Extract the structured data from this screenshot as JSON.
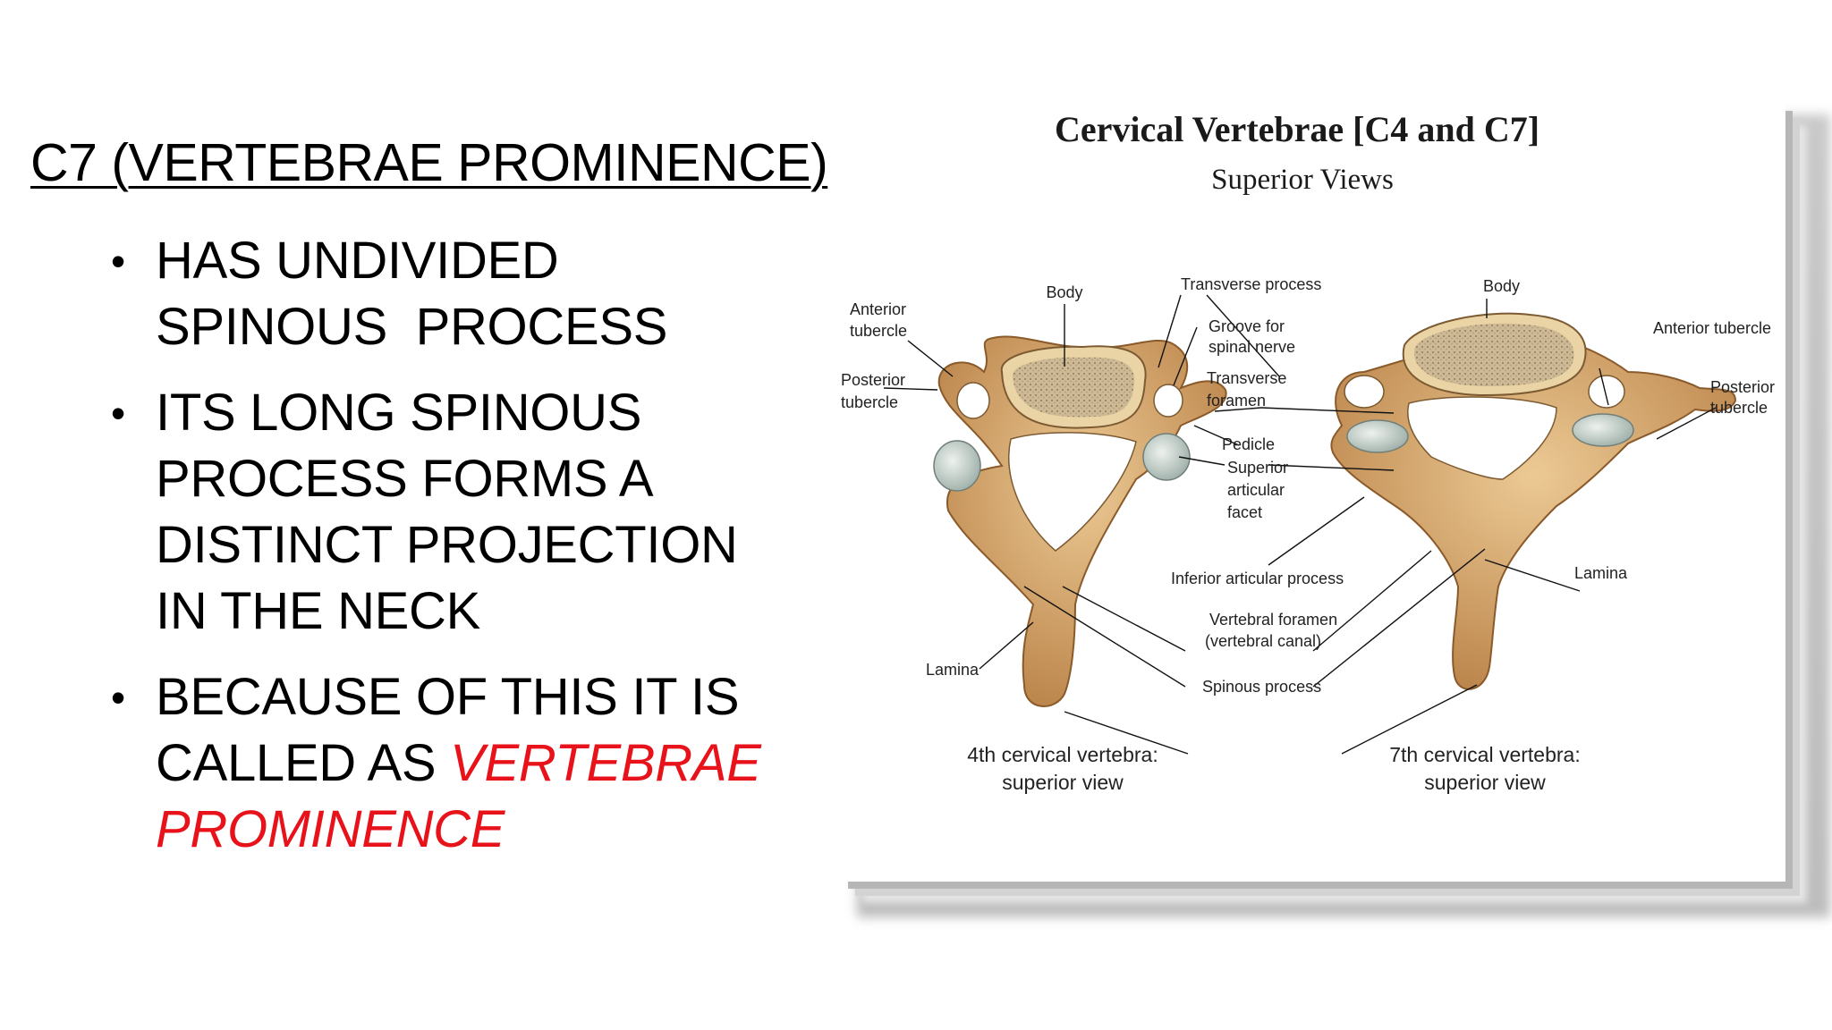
{
  "slide": {
    "title": "C7 (VERTEBRAE PROMINENCE)",
    "bullets": [
      {
        "l1": "HAS UNDIVIDED",
        "l2": "SPINOUS  PROCESS"
      },
      {
        "l1": "ITS LONG SPINOUS",
        "l2": "PROCESS FORMS A",
        "l3": "DISTINCT PROJECTION",
        "l4": "IN THE NECK"
      },
      {
        "l1": "BECAUSE OF THIS IT IS",
        "l2a": "CALLED AS ",
        "l2b": "VERTEBRAE",
        "l3": "PROMINENCE"
      }
    ]
  },
  "figure": {
    "title": "Cervical Vertebrae [C4 and C7]",
    "subtitle": "Superior Views",
    "labels": {
      "body": "Body",
      "anterior_tubercle_a": "Anterior",
      "anterior_tubercle_b": "tubercle",
      "posterior_tubercle_a": "Posterior",
      "posterior_tubercle_b": "tubercle",
      "lamina": "Lamina",
      "transverse_process": "Transverse process",
      "groove_a": "Groove for",
      "groove_b": "spinal nerve",
      "transverse_foramen_a": "Transverse",
      "transverse_foramen_b": "foramen",
      "pedicle": "Pedicle",
      "superior_facet_a": "Superior",
      "superior_facet_b": "articular",
      "superior_facet_c": "facet",
      "inferior_articular_process": "Inferior articular process",
      "vertebral_foramen_a": "Vertebral foramen",
      "vertebral_foramen_b": "(vertebral canal)",
      "spinous_process": "Spinous process",
      "body_right": "Body",
      "anterior_tubercle_right": "Anterior tubercle",
      "posterior_tubercle_right_a": "Posterior",
      "posterior_tubercle_right_b": "tubercle",
      "lamina_right": "Lamina"
    },
    "captions": {
      "c4_a": "4th cervical vertebra:",
      "c4_b": "superior view",
      "c7_a": "7th cervical vertebra:",
      "c7_b": "superior view"
    },
    "colors": {
      "bone": "#d9b07a",
      "bone_dark": "#a9753f",
      "cancellous": "#c9b48f",
      "facet": "#c7d2cc"
    }
  }
}
